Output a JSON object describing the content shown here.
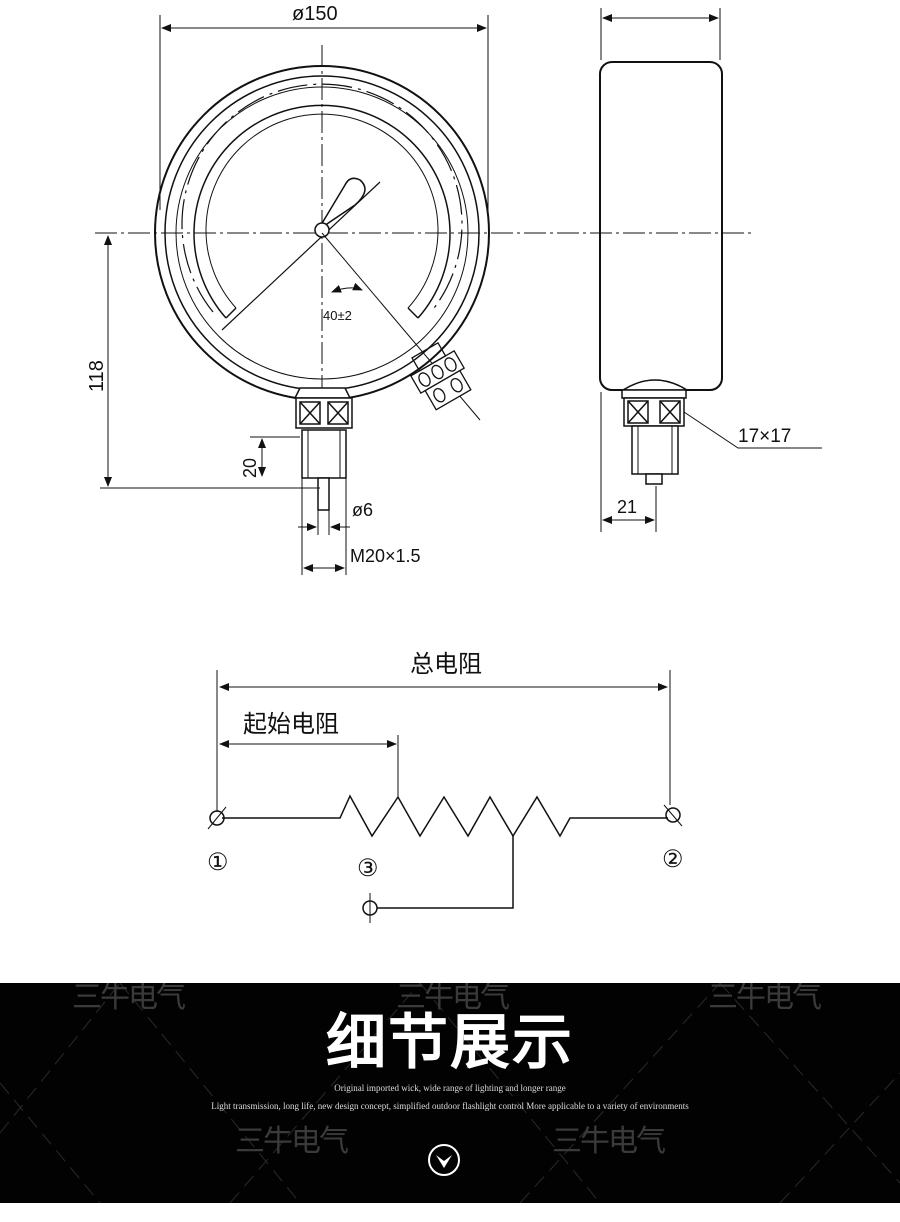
{
  "drawing": {
    "dia_150": "ø150",
    "dim_118": "118",
    "dim_20": "20",
    "angle": "40±2",
    "dia_6": "ø6",
    "thread": "M20×1.5",
    "hex": "17×17",
    "dim_21": "21"
  },
  "circuit": {
    "total_resistance": "总电阻",
    "initial_resistance": "起始电阻",
    "terminal_1": "①",
    "terminal_2": "②",
    "terminal_3": "③"
  },
  "banner": {
    "title": "细节展示",
    "line1": "Original imported wick, wide range of lighting and longer range",
    "line2": "Light transmission, long life, new design concept, simplified outdoor flashlight control More applicable to a variety of environments",
    "watermark": "三牛电气"
  }
}
